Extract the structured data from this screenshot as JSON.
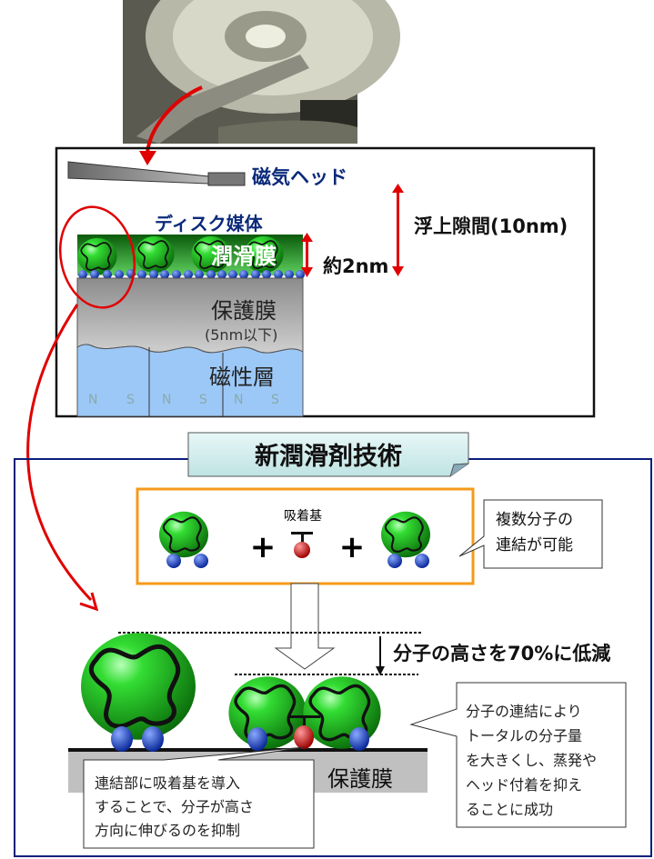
{
  "top_panel": {
    "head_label": "磁気ヘッド",
    "media_label": "ディスク媒体",
    "lubricant_label": "潤滑膜",
    "lubricant_thickness": "約2nm",
    "flying_gap": "浮上隙間(10nm)",
    "protective_label": "保護膜",
    "protective_note": "(5nm以下)",
    "magnetic_label": "磁性層",
    "poles": [
      "N",
      "S",
      "N",
      "S",
      "N",
      "S"
    ]
  },
  "bottom_panel": {
    "title": "新潤滑剤技術",
    "adsorption_group": "吸着基",
    "plus": "+",
    "callout_link": [
      "複数分子の",
      "連結が可能"
    ],
    "height_reduction": "分子の高さを70%に低減",
    "callout_right": [
      "分子の連結により",
      "トータルの分子量",
      "を大きくし、蒸発や",
      "ヘッド付着を抑え",
      "ることに成功"
    ],
    "callout_left": [
      "連結部に吸着基を導入",
      "することで、分子が高さ",
      "方向に伸びるのを抑制"
    ],
    "protective_label": "保護膜"
  },
  "colors": {
    "accent_red": "#e00000",
    "navy": "#0b1f7a",
    "orange": "#f59a1b",
    "green": "#2bc02b",
    "blue_foot": "#1a3fc0"
  }
}
